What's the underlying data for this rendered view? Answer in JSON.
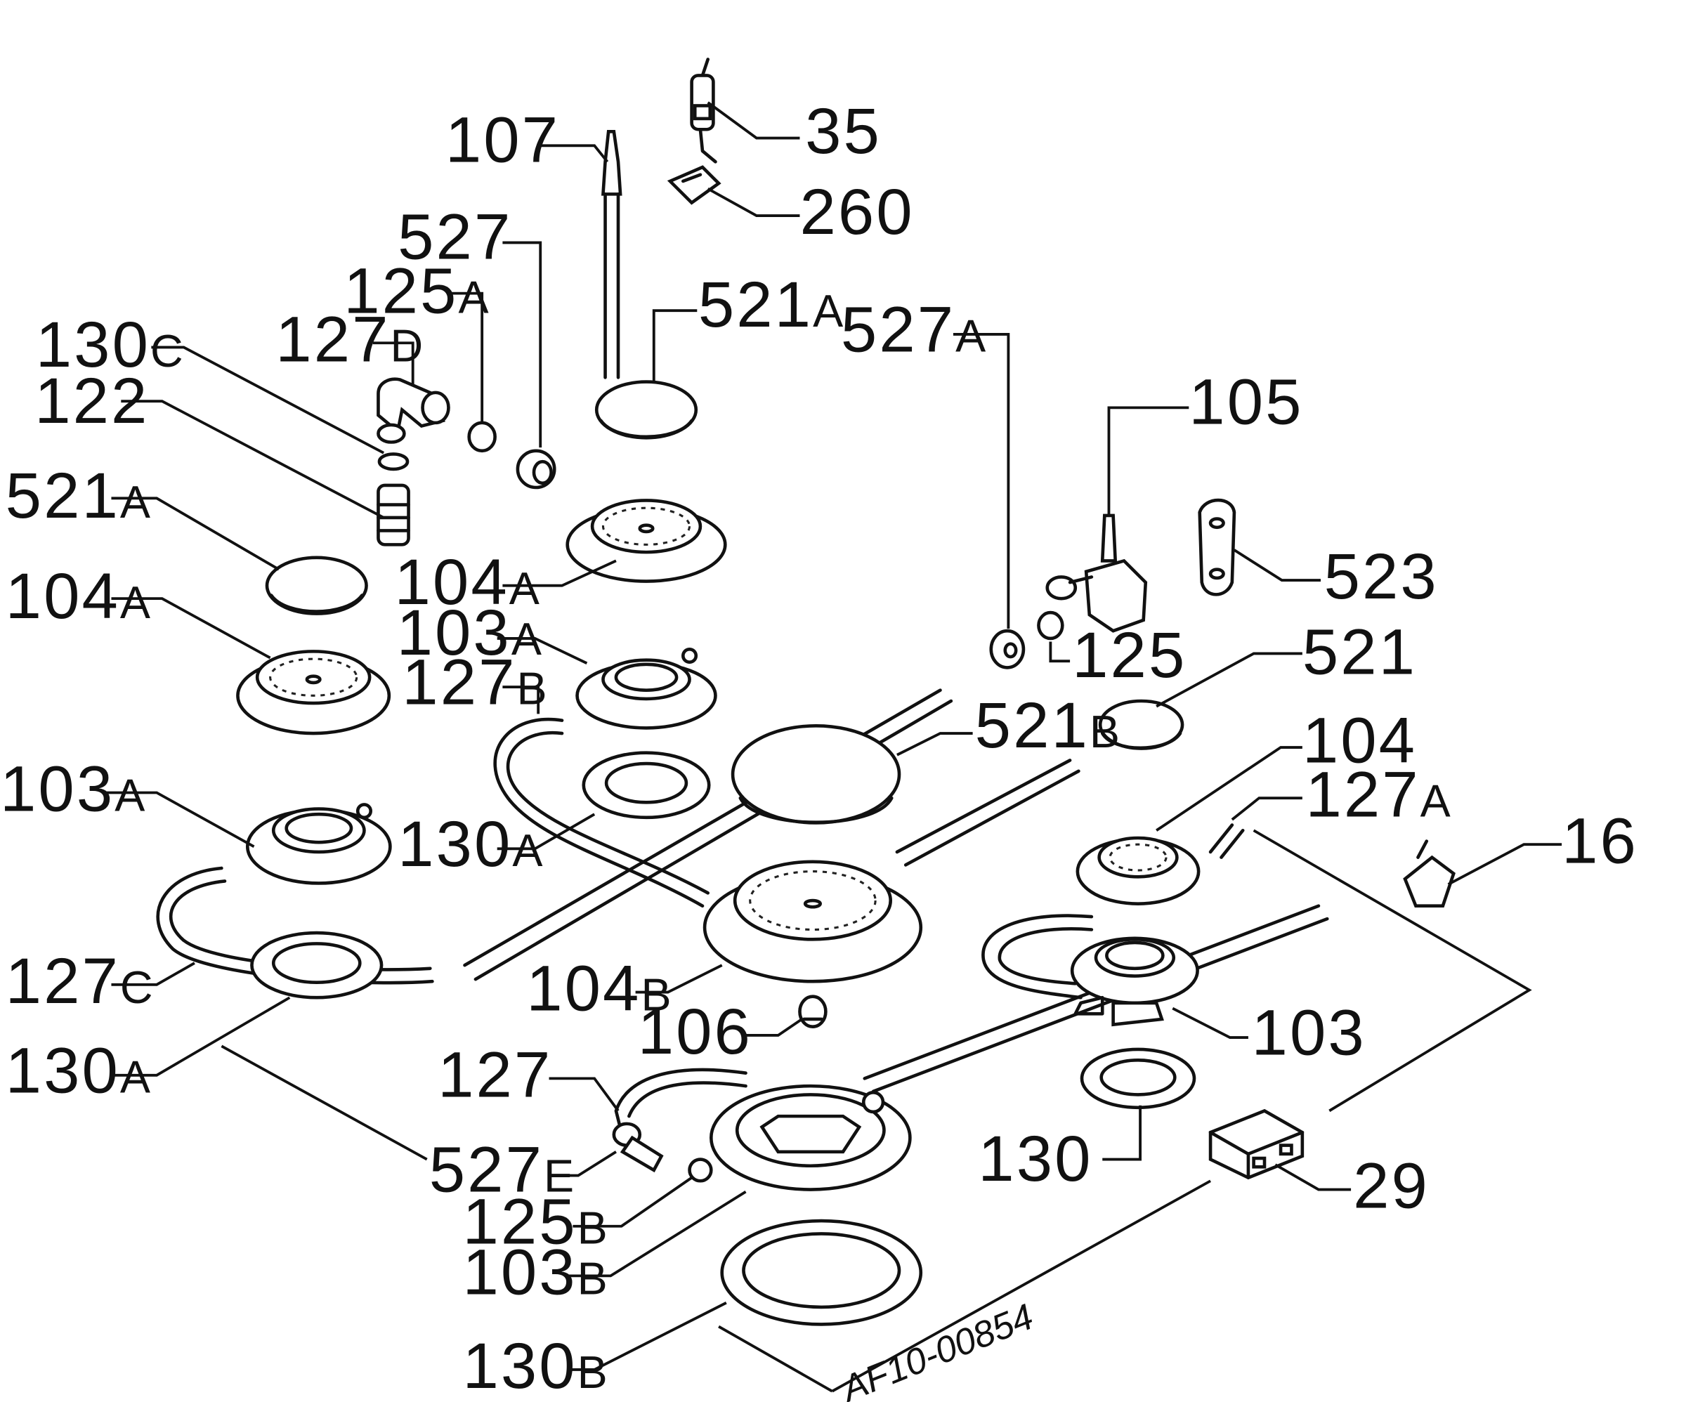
{
  "labels": {
    "l35": {
      "num": "35",
      "sfx": ""
    },
    "l260": {
      "num": "260",
      "sfx": ""
    },
    "l107": {
      "num": "107",
      "sfx": ""
    },
    "l527": {
      "num": "527",
      "sfx": ""
    },
    "l125a": {
      "num": "125",
      "sfx": "A"
    },
    "l521a_top": {
      "num": "521",
      "sfx": "A"
    },
    "l130c": {
      "num": "130",
      "sfx": "C"
    },
    "l127d": {
      "num": "127",
      "sfx": "D"
    },
    "l122": {
      "num": "122",
      "sfx": ""
    },
    "l527a": {
      "num": "527",
      "sfx": "A"
    },
    "l105": {
      "num": "105",
      "sfx": ""
    },
    "l521a_left": {
      "num": "521",
      "sfx": "A"
    },
    "l104a_center": {
      "num": "104",
      "sfx": "A"
    },
    "l104a_left": {
      "num": "104",
      "sfx": "A"
    },
    "l523": {
      "num": "523",
      "sfx": ""
    },
    "l103a_center": {
      "num": "103",
      "sfx": "A"
    },
    "l125": {
      "num": "125",
      "sfx": ""
    },
    "l127b": {
      "num": "127",
      "sfx": "B"
    },
    "l521": {
      "num": "521",
      "sfx": ""
    },
    "l521b": {
      "num": "521",
      "sfx": "B"
    },
    "l104": {
      "num": "104",
      "sfx": ""
    },
    "l103a_left": {
      "num": "103",
      "sfx": "A"
    },
    "l127a": {
      "num": "127",
      "sfx": "A"
    },
    "l130a_center": {
      "num": "130",
      "sfx": "A"
    },
    "l16": {
      "num": "16",
      "sfx": ""
    },
    "l127c": {
      "num": "127",
      "sfx": "C"
    },
    "l104b": {
      "num": "104",
      "sfx": "B"
    },
    "l106": {
      "num": "106",
      "sfx": ""
    },
    "l103": {
      "num": "103",
      "sfx": ""
    },
    "l130a_left": {
      "num": "130",
      "sfx": "A"
    },
    "l127": {
      "num": "127",
      "sfx": ""
    },
    "l527e": {
      "num": "527",
      "sfx": "E"
    },
    "l130": {
      "num": "130",
      "sfx": ""
    },
    "l29": {
      "num": "29",
      "sfx": ""
    },
    "l125b": {
      "num": "125",
      "sfx": "B"
    },
    "l103b": {
      "num": "103",
      "sfx": "B"
    },
    "l130b": {
      "num": "130",
      "sfx": "B"
    }
  },
  "drawing_code": "AF10-00854"
}
